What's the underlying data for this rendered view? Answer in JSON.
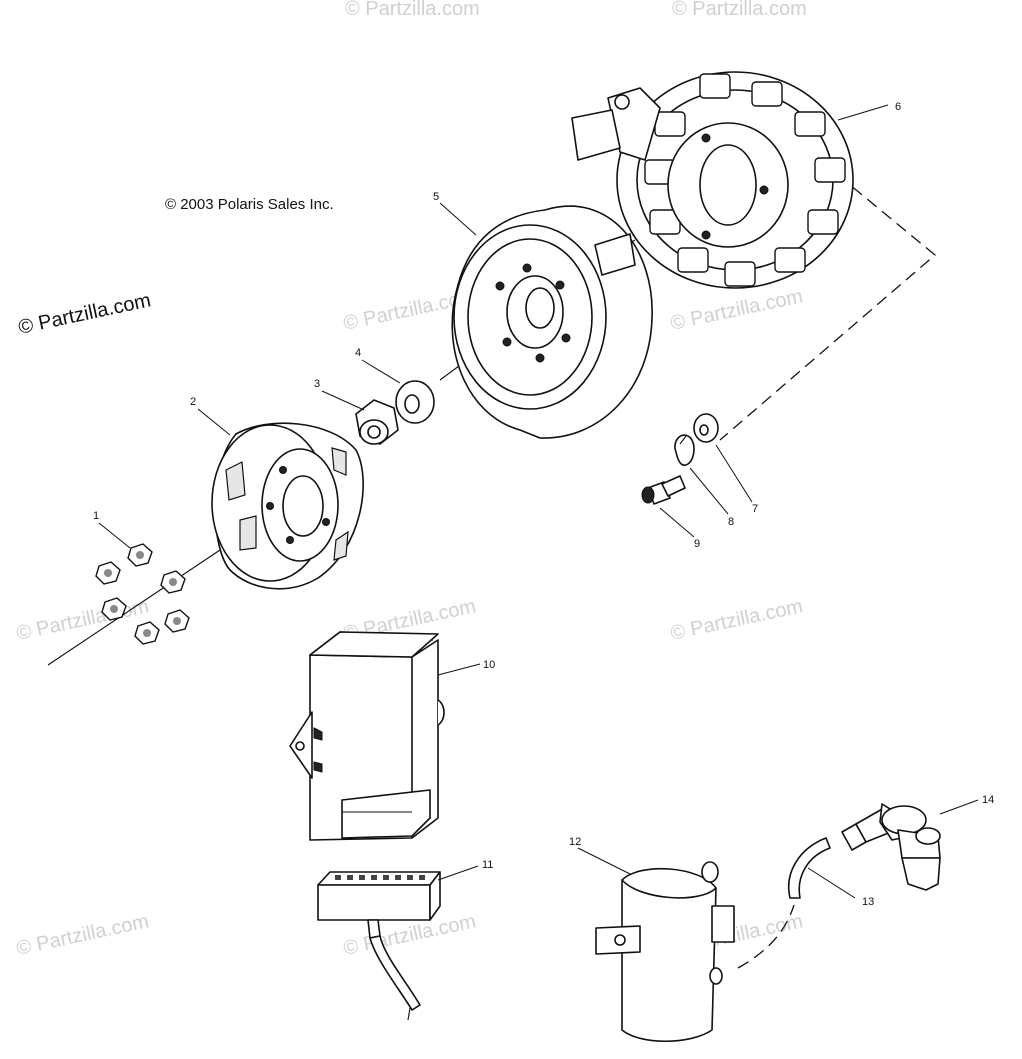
{
  "copyright_text": "© 2003 Polaris Sales Inc.",
  "site_watermark": "© Partzilla.com",
  "callouts": [
    "1",
    "2",
    "3",
    "4",
    "5",
    "6",
    "7",
    "8",
    "9",
    "10",
    "11",
    "12",
    "13",
    "14"
  ]
}
